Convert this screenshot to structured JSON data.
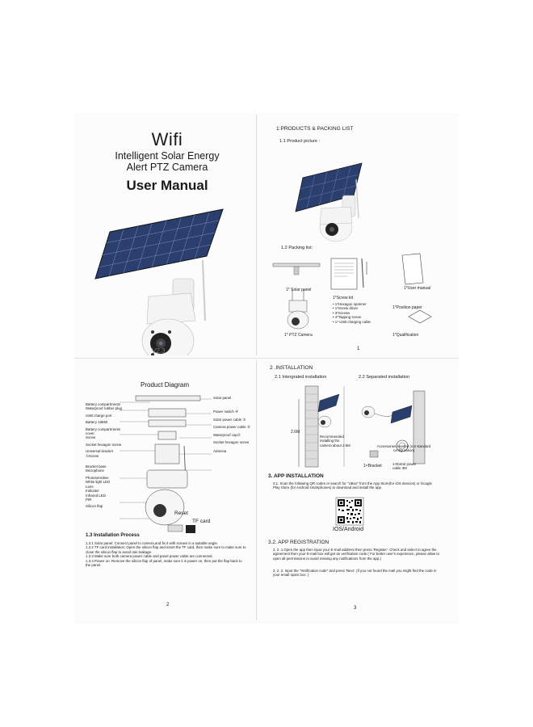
{
  "cover": {
    "title": "Wifi",
    "subtitle_1": "Intelligent Solar Energy",
    "subtitle_2": "Alert PTZ Camera",
    "manual_label": "User Manual",
    "version": "V2.3"
  },
  "products_page": {
    "heading": "1:PRODUCTS & PACKING LIST",
    "product_picture_label": "1.1 Product picture :",
    "packing_list_label": "1.2 Packing list:",
    "items": {
      "solar_panel": "1* Solar panel",
      "user_manual": "1*User manual",
      "screw_kit": "1*Screw kit",
      "screw_kit_list": [
        "• 1*Hexagon spanner",
        "• 1*Screw driver",
        "• 3*Screws",
        "• 4*Tapping screw",
        "• 1* USB charging cable"
      ],
      "position_paper": "1*Position paper",
      "ptz_camera": "1* PTZ Camera",
      "qualification": "1*Qualification"
    },
    "page_number": "1"
  },
  "diagram_page": {
    "heading": "Product Diagram",
    "left_labels": [
      "Battery compartments",
      "Waterproof rubber plug",
      "USB charge port",
      "Battery 18650",
      "Battery compartments cover",
      "Screw",
      "Socket hexagon screw",
      "Universal bracket",
      "①Screw",
      "Bracket base",
      "Microphone",
      "Photosensitive",
      "White light LED",
      "Lens",
      "Indicator",
      "Infrared LED",
      "PIR",
      "Silicon flap"
    ],
    "right_labels": [
      "Solar panel",
      "Power switch ④",
      "Solar power cable ③",
      "Camera power cable ③",
      "Waterproof cap②",
      "Socket hexagon screw",
      "Antenna"
    ],
    "reset_label": "Reset",
    "tf_card_label": "TF card",
    "process_heading": "1.3  Installation Process",
    "process_steps": [
      "1.3.1  Solar panel: Connect panel to camera,and fix it with screws in a suitable angle.",
      "1.3.2  TF card installation: Open the silicon flap and insert the TF card,  then make sure to make sure to close the silicon flap to avoid rain leakage.",
      "1.3.3  Make sure both camera power cable and panel power cable are connected.",
      "1.3.4  Power on: Remove the silicon flap of panel, make sure it is power on, then put the flap back to the panel."
    ],
    "page_number": "2"
  },
  "install_page": {
    "heading": "2 .INSTALLATION",
    "integrated": "2.1  Intergrated installation",
    "separated": "2.2  Separated installation",
    "height_label": "2.6M",
    "recommended_note": "Recommended installing the camera about 2.6M",
    "accessories_note": "Accessories needed (not standard configuration)",
    "bracket_label": "1×Bracket",
    "cable_label": "1×Extral power cable 3M",
    "app_heading": "3. APP INSTALLATION",
    "app_text": "3.1. Scan the following QR codes or search for \"UBox\" from the App Store(for iOS devices) or Google Play Store (for Android smartphones) to download and install the app.",
    "qr_caption": "IOS/Android",
    "reg_heading": "3.2. APP REGISTRATION",
    "reg_text_1": "3. 2. 1.Open the app then input your  E-mail address then press 'Register'. Check and select to agree the agreement then your E-mail box will get an verification code.( For better user's experience, please allow to open all permissions to avoid missing any notifications from the app.)",
    "reg_text_2": "3. 2. 2.  Input the \"Verification code\"  and   press 'Next'. (if you not found the mail you might find the code in your email spam box. )",
    "page_number": "3"
  },
  "colors": {
    "panel": "#2b3f6e",
    "panel_grid": "#8da2c9",
    "camera_body": "#f4f4f4",
    "ink": "#1a1a1a"
  }
}
